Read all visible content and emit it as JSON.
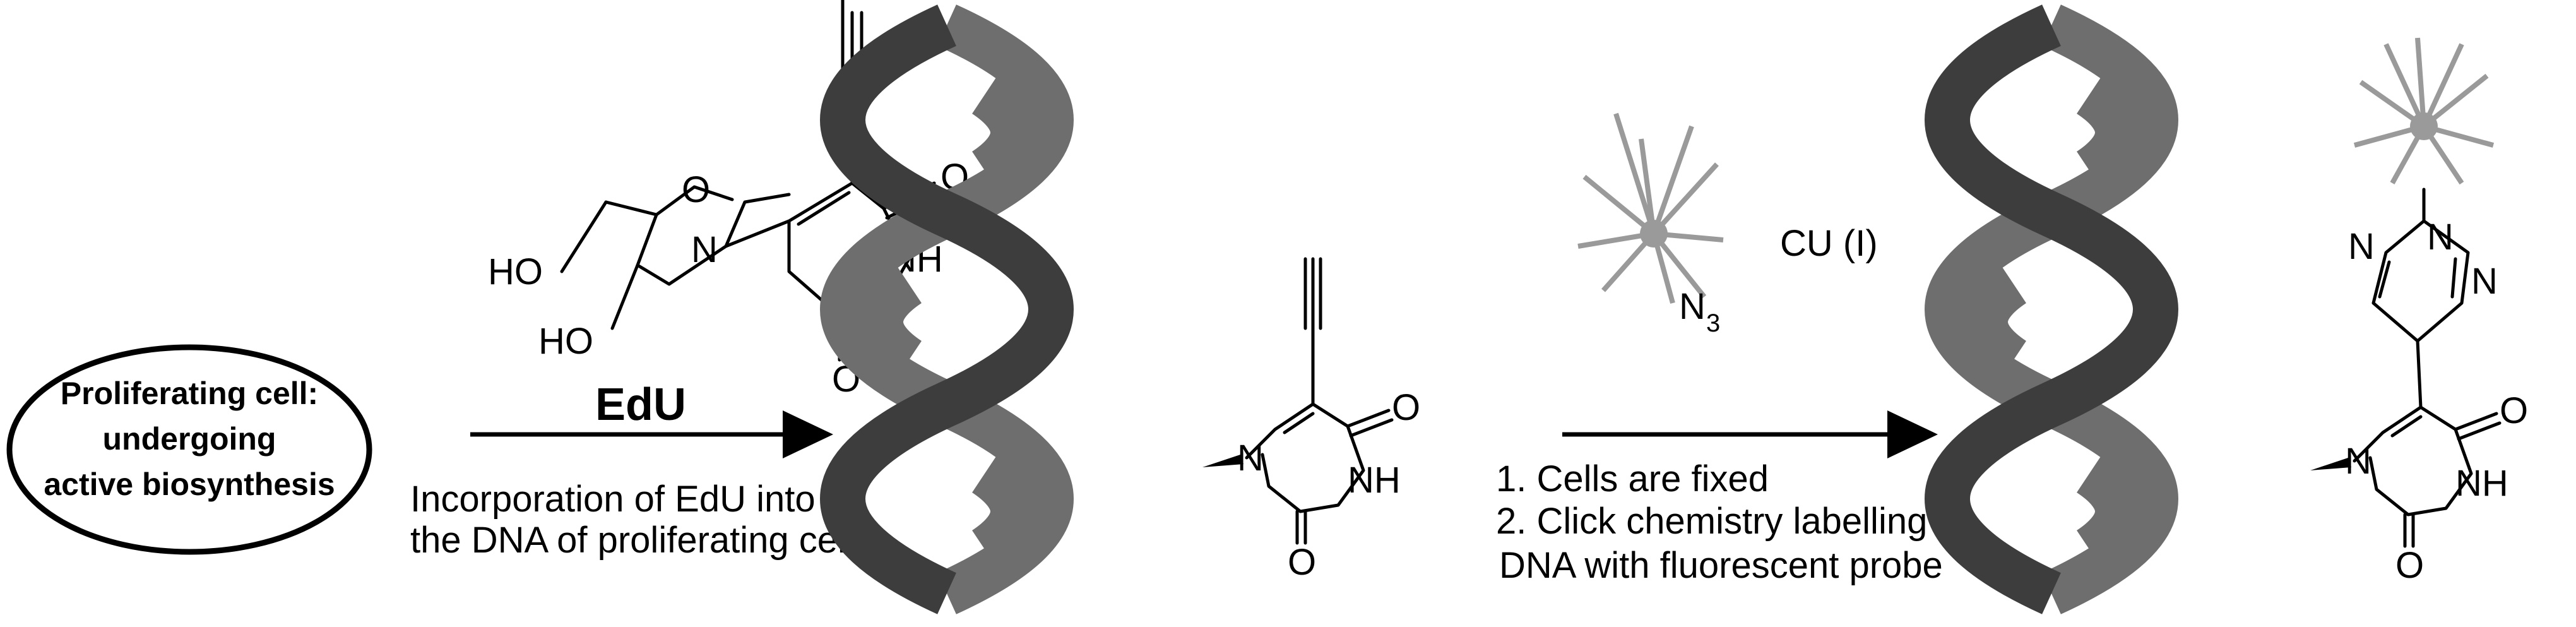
{
  "cell": {
    "line1": "Proliferating cell:",
    "line2": "undergoing",
    "line3": "active biosynthesis"
  },
  "edu": {
    "name": "EdU",
    "caption_line1": "Incorporation of EdU into",
    "caption_line2": "the DNA of proliferating cells"
  },
  "reagent": {
    "azide_n": "N",
    "azide_sub": "3",
    "catalyst": "CU (I)"
  },
  "steps": {
    "step1": "1. Cells are fixed",
    "step2": "2. Click chemistry labelling of",
    "step3": "DNA with fluorescent probe"
  },
  "atoms": {
    "o": "O",
    "n": "N",
    "nh": "NH",
    "ho": "HO"
  },
  "colors": {
    "strand_dark": "#3d3d3d",
    "strand_light": "#6e6e6e",
    "probe": "#9a9a9a"
  }
}
